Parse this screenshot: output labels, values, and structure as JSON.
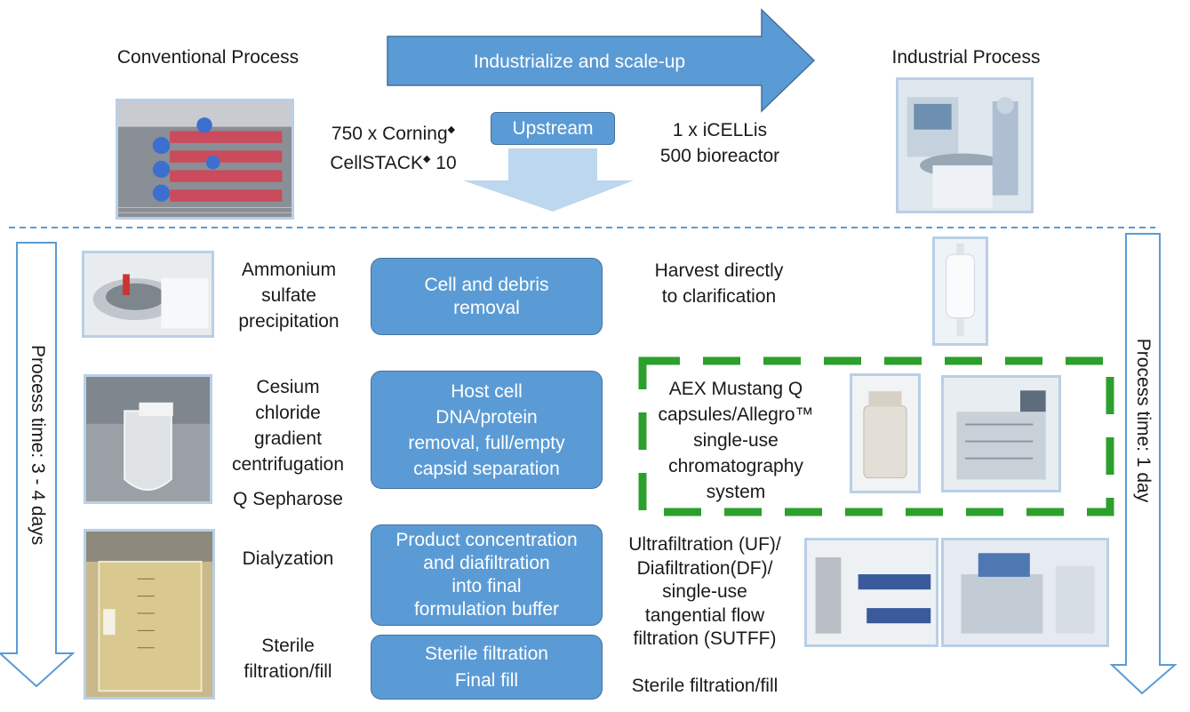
{
  "header": {
    "conventional_title": "Conventional Process",
    "industrial_title": "Industrial Process",
    "big_arrow_label": "Industrialize and scale-up",
    "upstream_label": "Upstream",
    "conventional_upstream_line1": "750 x Corning",
    "conventional_upstream_line2": "CellSTACK",
    "conventional_upstream_suffix": " 10",
    "diamond": "◆",
    "industrial_upstream": "1 x iCELLis\n500 bioreactor"
  },
  "side_labels": {
    "left": "Process time:  3 - 4 days",
    "right": "Process time: 1 day"
  },
  "steps": [
    {
      "conventional": "Ammonium\nsulfate\nprecipitation",
      "center": "Cell and debris\nremoval",
      "industrial": "Harvest directly\nto clarification"
    },
    {
      "conventional": "Cesium\nchloride\ngradient\ncentrifugation",
      "conventional_extra": "Q Sepharose",
      "center": "Host cell\nDNA/protein\nremoval, full/empty\ncapsid separation",
      "industrial": "AEX Mustang Q\ncapsules/Allegro™\nsingle-use\nchromatography\nsystem"
    },
    {
      "conventional": "Dialyzation",
      "center": "Product concentration\nand diafiltration\ninto final\nformulation buffer",
      "industrial": "Ultrafiltration (UF)/\nDiafiltration(DF)/\nsingle-use\ntangential flow\nfiltration (SUTFF)"
    },
    {
      "conventional": "Sterile\nfiltration/fill",
      "center": "Sterile filtration\nFinal fill",
      "industrial": "Sterile filtration/fill"
    }
  ],
  "colors": {
    "box_fill": "#5b9bd5",
    "box_border": "#41719c",
    "arrow_light": "#bdd7ee",
    "dashed_green": "#2ca02c",
    "dashed_blue": "#5b9bd5"
  }
}
